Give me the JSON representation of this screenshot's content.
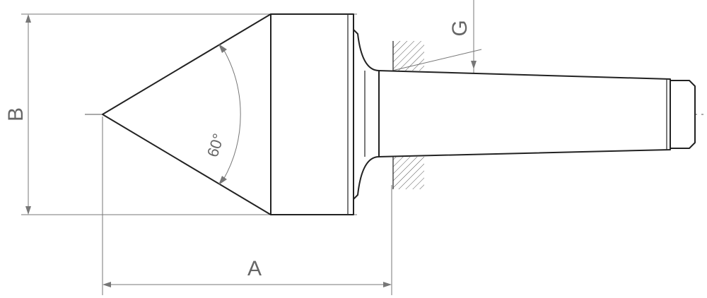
{
  "labels": {
    "dim_a": "A",
    "dim_b": "B",
    "dim_g": "G",
    "angle": "60°"
  }
}
